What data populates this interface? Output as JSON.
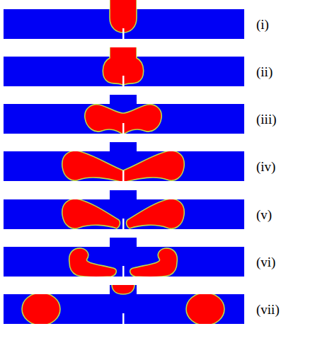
{
  "diagram": {
    "labels": [
      "(i)",
      "(ii)",
      "(iii)",
      "(iv)",
      "(v)",
      "(vi)",
      "(vii)"
    ]
  }
}
